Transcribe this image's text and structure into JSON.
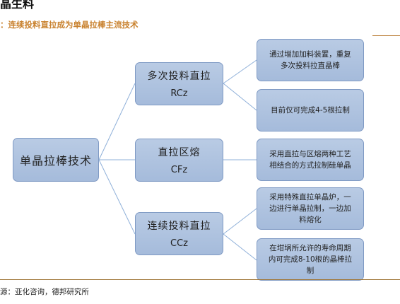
{
  "header": {
    "fragment": "晶生料",
    "figure_title": "：连续投料直拉成为单晶拉棒主流技术"
  },
  "diagram": {
    "root": "单晶拉棒技术",
    "methods": [
      {
        "name": "多次投料直拉",
        "abbr": "RCz",
        "notes": [
          [
            "通过增加加料装置，重复",
            "多次投料拉直晶棒"
          ],
          [
            "目前仅可完成4-5根拉制"
          ]
        ]
      },
      {
        "name": "直拉区熔",
        "abbr": "CFz",
        "notes": [
          [
            "采用直拉与区熔两种工艺",
            "相结合的方式拉制硅单晶"
          ]
        ]
      },
      {
        "name": "连续投料直拉",
        "abbr": "CCz",
        "notes": [
          [
            "采用特殊直拉单晶炉，一",
            "边进行单晶拉制，一边加",
            "料熔化"
          ],
          [
            "在坩埚所允许的寿命周期",
            "内可完成8-10根的晶棒拉",
            "制"
          ]
        ]
      }
    ]
  },
  "footer": {
    "source": "源：亚化咨询，德邦研究所"
  },
  "colors": {
    "box_fill": "#b0c4e0",
    "box_border": "#7f9ac4",
    "connector": "#8fb0d9",
    "title_accent": "#c9822f"
  }
}
